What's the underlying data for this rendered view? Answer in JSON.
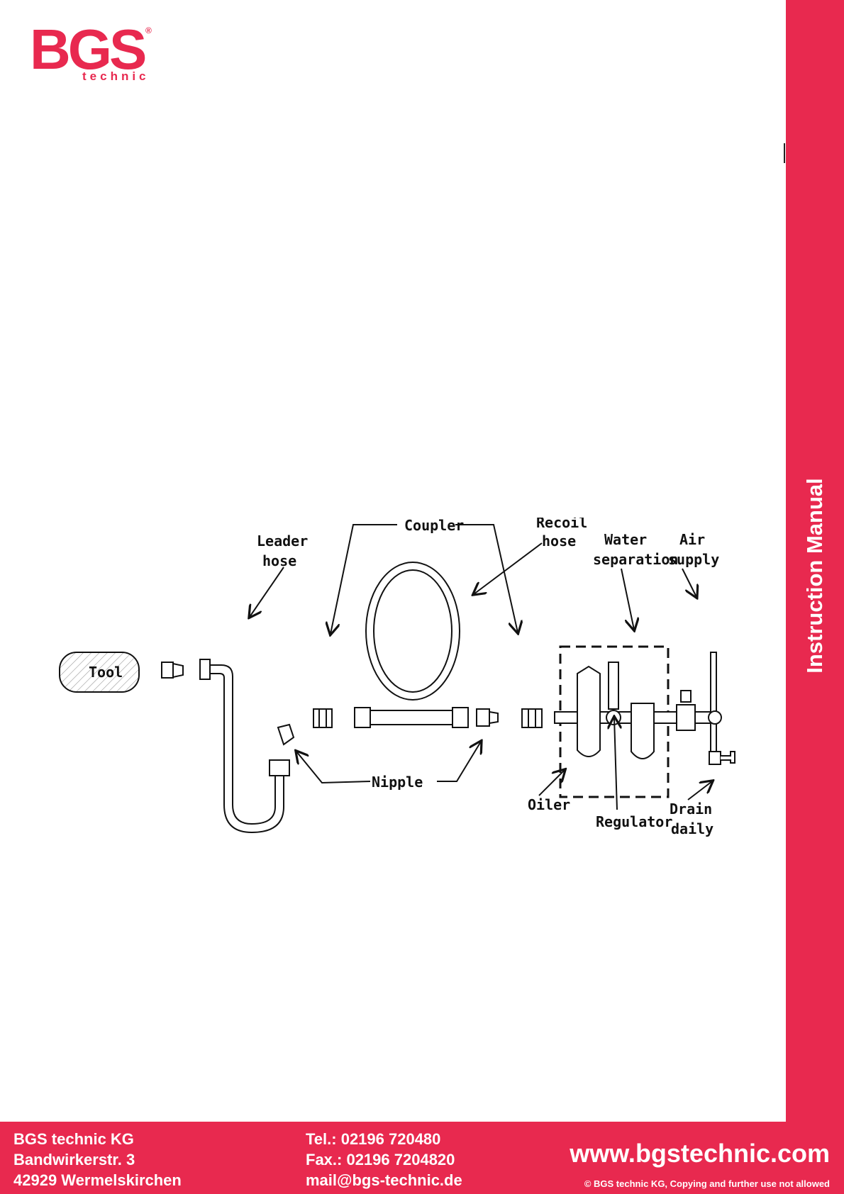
{
  "brand": {
    "logo_text": "BGS",
    "logo_sub": "technic",
    "logo_reg": "®",
    "color": "#e8294f"
  },
  "side_title": "Instruction Manual",
  "diagram": {
    "labels": {
      "tool": "Tool",
      "leader_hose_1": "Leader",
      "leader_hose_2": "hose",
      "coupler": "Coupler",
      "recoil_1": "Recoil",
      "recoil_2": "hose",
      "water_1": "Water",
      "water_2": "separation",
      "air_1": "Air",
      "air_2": "supply",
      "nipple": "Nipple",
      "oiler": "Oiler",
      "regulator": "Regulator",
      "drain_1": "Drain",
      "drain_2": "daily"
    }
  },
  "footer": {
    "company": "BGS technic KG",
    "street": "Bandwirkerstr. 3",
    "city": "42929 Wermelskirchen",
    "tel": "Tel.: 02196 720480",
    "fax": "Fax.: 02196 7204820",
    "mail": "mail@bgs-technic.de",
    "website": "www.bgstechnic.com",
    "copyright": "© BGS technic KG, Copying and further use not allowed"
  }
}
